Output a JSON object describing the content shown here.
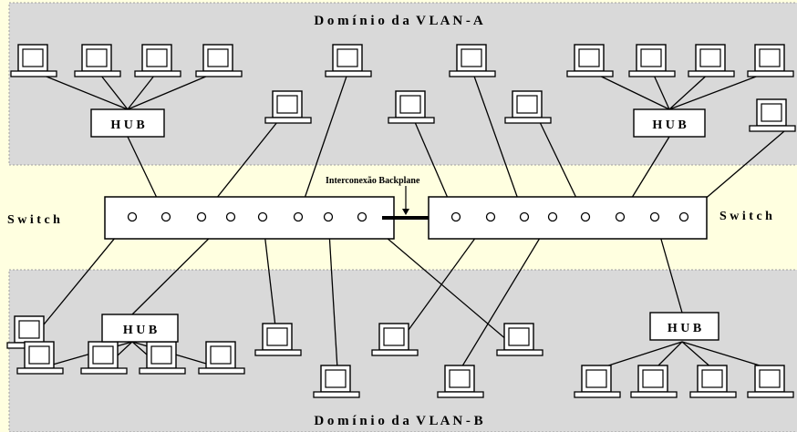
{
  "colors": {
    "background": "#ffffe0",
    "domain_fill": "#d9d9d9",
    "line": "#000000",
    "box_fill": "#ffffff"
  },
  "labels": {
    "domain_a_title": "D o m í n i o  d a  V L A N - A",
    "domain_b_title": "D o m í n i o  d a  V L A N - B",
    "switch_left": "S w i t c h",
    "switch_right": "S w i t c h",
    "backplane": "Interconexão Backplane",
    "hub": "H U B"
  },
  "icons": {
    "computer": "computer-icon",
    "port": "port-icon"
  }
}
